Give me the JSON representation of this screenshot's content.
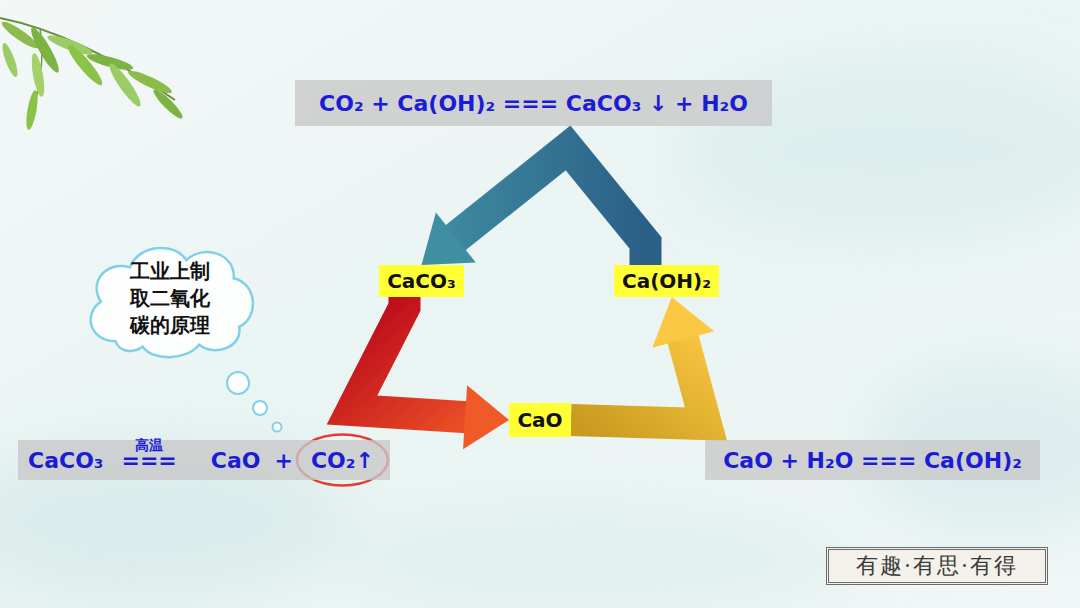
{
  "diagram": {
    "nodes": [
      {
        "text": [
          "CO₂ + Ca(OH)₂ === CaCO₃ ↓ + H₂O"
        ]
      },
      {
        "text": [
          "工业上制取二氧化碳的原理"
        ]
      },
      {
        "text": [
          "CaCO₃"
        ]
      },
      {
        "text": [
          "Ca(OH)₂"
        ]
      },
      {
        "text": [
          "CaO"
        ]
      },
      {
        "text": [
          "CaCO₃",
          "高温",
          "===",
          "CaO",
          "+",
          "CO₂↑"
        ]
      },
      {
        "text": [
          "CaO + H₂O === Ca(OH)₂"
        ]
      },
      {
        "text": [
          "有趣·有思·有得"
        ]
      }
    ],
    "edges": [
      {
        "from": 2,
        "to": 4,
        "arrow": "to"
      },
      {
        "from": 4,
        "to": 3,
        "arrow": "to"
      },
      {
        "from": 3,
        "to": 2,
        "arrow": "to"
      }
    ]
  }
}
